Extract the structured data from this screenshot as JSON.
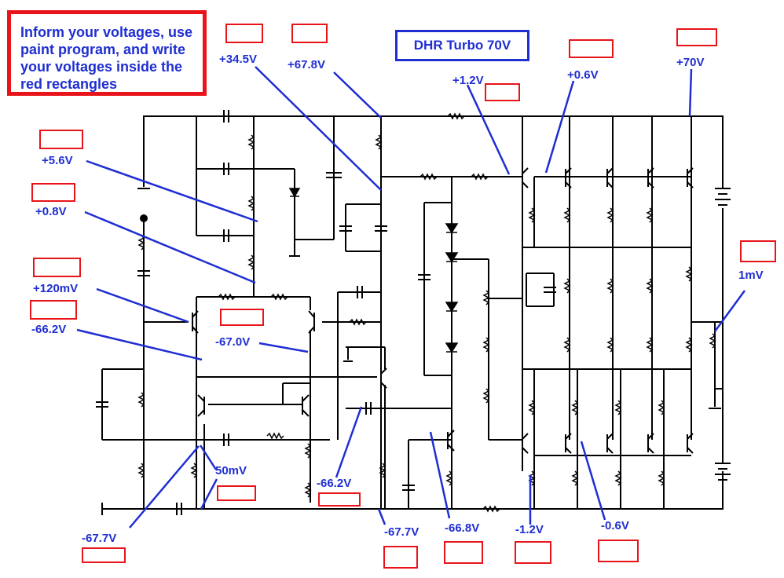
{
  "instructions": "Inform your voltages, use\npaint program, and write\nyour voltages inside the\nred rectangles",
  "title": "DHR Turbo 70V",
  "voltages": {
    "v_34_5": "+34.5V",
    "v_67_8": "+67.8V",
    "v_1_2_top": "+1.2V",
    "v_0_6_top": "+0.6V",
    "v_70": "+70V",
    "v_5_6": "+5.6V",
    "v_0_8": "+0.8V",
    "v_120m": "+120mV",
    "v_n66_2_left": "-66.2V",
    "v_n67_0": "-67.0V",
    "v_1m": "1mV",
    "v_50m": "50mV",
    "v_n66_2_mid": "-66.2V",
    "v_n67_7_left": "-67.7V",
    "v_n67_7_mid": "-67.7V",
    "v_n66_8": "-66.8V",
    "v_n1_2": "-1.2V",
    "v_n0_6": "-0.6V"
  },
  "colors": {
    "wire": "#000000",
    "pointer": "#1f2ed1",
    "box_border": "#e8141a",
    "text": "#1f2ed1"
  }
}
